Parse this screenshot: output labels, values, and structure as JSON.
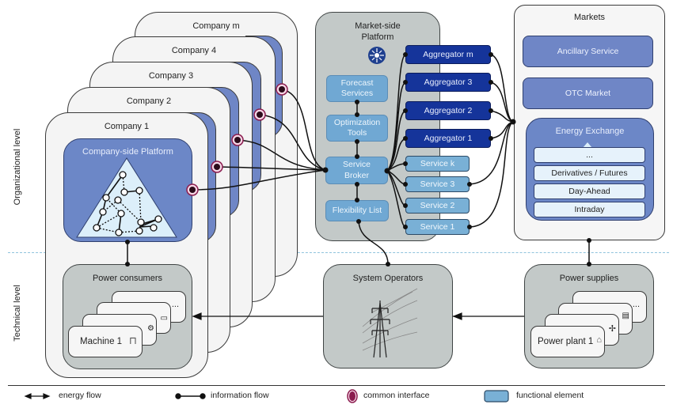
{
  "side_labels": {
    "organizational": "Organizational level",
    "technical": "Technical level"
  },
  "companies": [
    {
      "label": "Company m"
    },
    {
      "label": "Company 4"
    },
    {
      "label": "Company 3"
    },
    {
      "label": "Company 2"
    },
    {
      "label": "Company 1"
    }
  ],
  "company_platform": {
    "title": "Company-side Platform",
    "icon": "network-triangle-icon"
  },
  "power_consumers": {
    "title": "Power consumers",
    "items": [
      {
        "label": "Machine 1",
        "icon": "machine-tool-icon"
      },
      {
        "label": "",
        "icon": "robot-arm-icon"
      },
      {
        "label": "",
        "icon": "air-conditioner-icon"
      },
      {
        "label": "...",
        "icon": ""
      }
    ]
  },
  "market_platform": {
    "title_line1": "Market-side",
    "title_line2": "Platform",
    "icon": "hub-arrows-icon",
    "elements": [
      {
        "line1": "Forecast",
        "line2": "Services"
      },
      {
        "line1": "Optimization",
        "line2": "Tools"
      },
      {
        "line1": "Service",
        "line2": "Broker"
      },
      {
        "line1": "Flexibility List",
        "line2": ""
      }
    ]
  },
  "aggregators": [
    "Aggregator m",
    "Aggregator 3",
    "Aggregator 2",
    "Aggregator 1"
  ],
  "services": [
    "Service k",
    "Service 3",
    "Service 2",
    "Service 1"
  ],
  "markets": {
    "title": "Markets",
    "items": [
      "Ancillary Service",
      "OTC Market"
    ],
    "energy_exchange": {
      "title": "Energy Exchange",
      "layers": [
        "...",
        "Derivatives / Futures",
        "Day-Ahead",
        "Intraday"
      ]
    }
  },
  "system_operators": {
    "title": "System Operators",
    "icon": "transmission-tower-icon"
  },
  "power_supplies": {
    "title": "Power supplies",
    "items": [
      {
        "label": "Power plant 1",
        "icon": "cooling-tower-icon"
      },
      {
        "label": "",
        "icon": "wind-turbine-icon"
      },
      {
        "label": "",
        "icon": "solar-panel-icon"
      },
      {
        "label": "...",
        "icon": ""
      }
    ]
  },
  "legend": [
    {
      "label": "energy flow",
      "icon": "double-arrow-icon"
    },
    {
      "label": "information flow",
      "icon": "dot-line-icon"
    },
    {
      "label": "common interface",
      "icon": "interface-ring-icon"
    },
    {
      "label": "functional element",
      "icon": "blue-box-icon"
    }
  ],
  "colors": {
    "company_platform": "#6c87c7",
    "aggregator": "#15349a",
    "functional_element": "#70a8d3",
    "technical_box": "#c3c9c8",
    "interface": "#8a1c4e",
    "level_divider": "#8fc3dd"
  }
}
